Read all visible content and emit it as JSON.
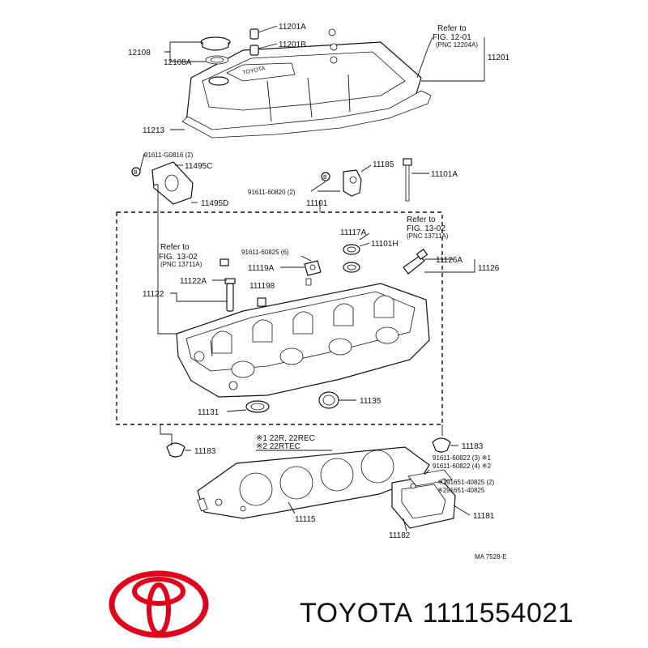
{
  "labels": {
    "p11201A": "11201A",
    "p11201B": "11201B",
    "refer1": "Refer to",
    "fig1201": "FIG. 12-01",
    "pnc12204A": "(PNC 12204A)",
    "p11201": "11201",
    "p12108": "12108",
    "p12108A": "12108A",
    "p11213": "11213",
    "b91611G0816": "91611-G0816 (2)",
    "p11495C": "11495C",
    "p11495D": "11495D",
    "p11185": "11185",
    "p11101A": "11101A",
    "b9161160820": "91611-60820 (2)",
    "p11101": "11101",
    "refer2": "Refer to",
    "fig1302a": "FIG. 13-02",
    "pnc13711A_a": "(PNC 13711A)",
    "p11117A": "11117A",
    "b9161160825": "91611-60825 (6)",
    "p11101H": "11101H",
    "p11126A": "11126A",
    "p11126": "11126",
    "refer3": "Refer to",
    "fig1302b": "FIG. 13-02",
    "pnc13711A_b": "(PNC 13711A)",
    "p11119A": "11119A",
    "p11122A": "11122A",
    "p11119B": "111198",
    "p11122": "11122",
    "p11135": "11135",
    "p11131": "11131",
    "p11183a": "11183",
    "p11183b": "11183",
    "note1": "※1 22R, 22REC",
    "note2": "※2 22RTEC",
    "b9161160822_3": "91611-60822 (3) ※1",
    "b9161160822_4": "91611-60822 (4) ※2",
    "b91651_40825_2": "※191651-40825 (2)",
    "b91651_40825": "※291651-40825",
    "p11181": "11181",
    "p11115": "11115",
    "p11182": "11182",
    "illus_code": "MA  7528-E"
  },
  "brand": {
    "name": "TOYOTA",
    "part_number": "1111554021",
    "logo": "toyota-logo",
    "color": "#e0001b"
  }
}
